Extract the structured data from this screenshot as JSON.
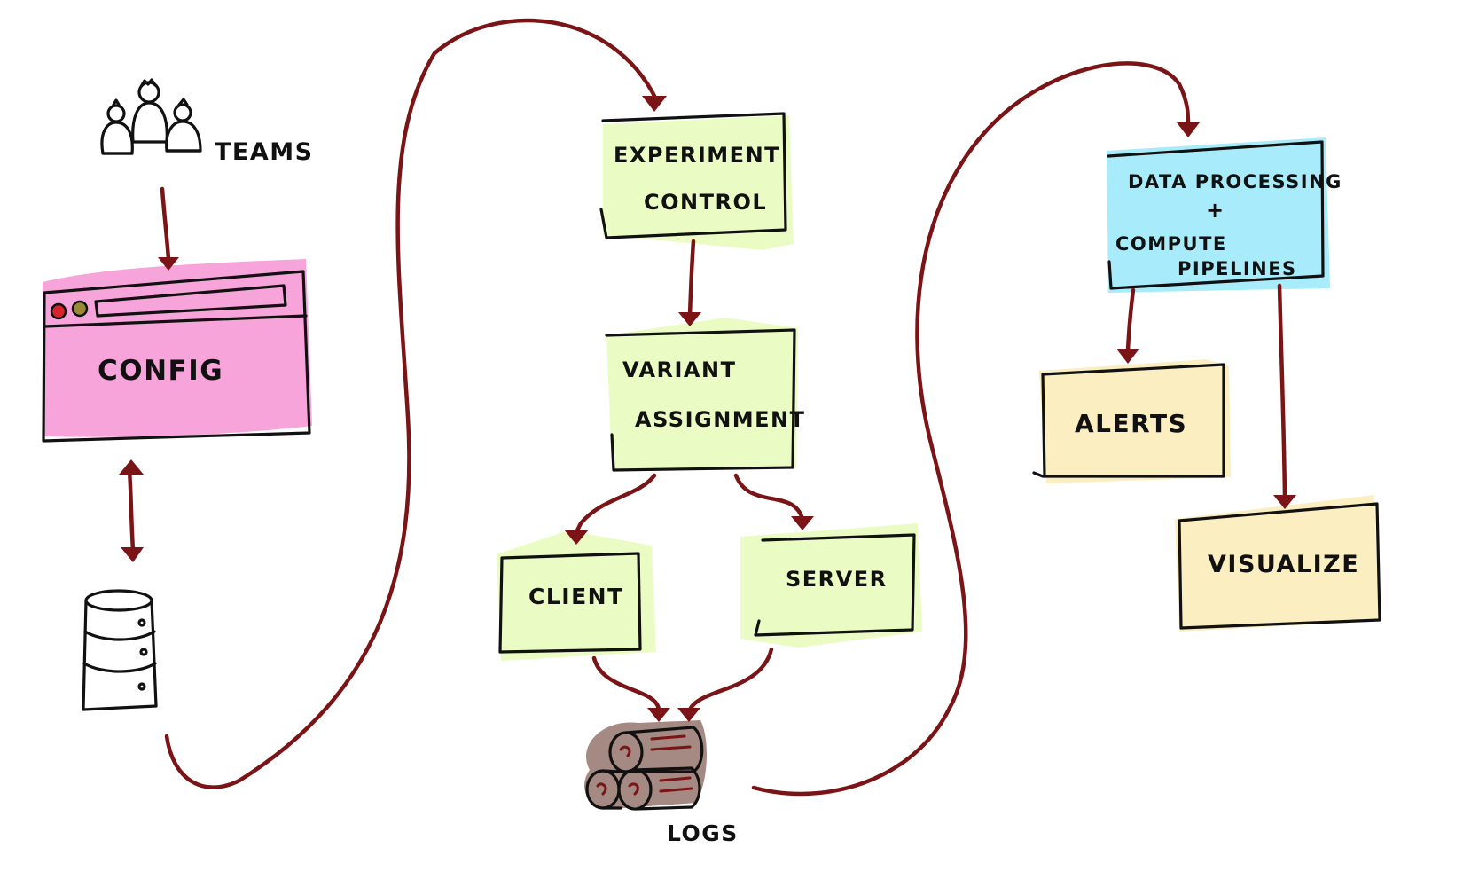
{
  "colors": {
    "arrow": "#7a1416",
    "config_fill": "#f7a4da",
    "green_fill": "#eafcc4",
    "blue_fill": "#a8ecfb",
    "yellow_fill": "#fbeec0",
    "logs_fill": "#a58a83",
    "ink": "#111111"
  },
  "nodes": {
    "teams": {
      "label": "TEAMS",
      "icon": "people-icon"
    },
    "config": {
      "label": "CONFIG",
      "icon": "browser-window-icon"
    },
    "database": {
      "icon": "database-icon"
    },
    "experiment_control": {
      "line1": "EXPERIMENT",
      "line2": "CONTROL"
    },
    "variant_assignment": {
      "line1": "VARIANT",
      "line2": "ASSIGNMENT"
    },
    "client": {
      "label": "CLIENT"
    },
    "server": {
      "label": "SERVER"
    },
    "logs": {
      "label": "LOGS",
      "icon": "logs-icon"
    },
    "data_processing": {
      "line1": "DATA PROCESSING",
      "line2": "+",
      "line3": "COMPUTE",
      "line4": "PIPELINES"
    },
    "alerts": {
      "label": "ALERTS"
    },
    "visualize": {
      "label": "VISUALIZE"
    }
  },
  "edges": [
    {
      "from": "teams",
      "to": "config"
    },
    {
      "from": "config",
      "to": "database",
      "bidirectional": true
    },
    {
      "from": "database",
      "to": "experiment_control"
    },
    {
      "from": "experiment_control",
      "to": "variant_assignment"
    },
    {
      "from": "variant_assignment",
      "to": "client"
    },
    {
      "from": "variant_assignment",
      "to": "server"
    },
    {
      "from": "client",
      "to": "logs"
    },
    {
      "from": "server",
      "to": "logs"
    },
    {
      "from": "logs",
      "to": "data_processing"
    },
    {
      "from": "data_processing",
      "to": "alerts"
    },
    {
      "from": "data_processing",
      "to": "visualize"
    }
  ]
}
